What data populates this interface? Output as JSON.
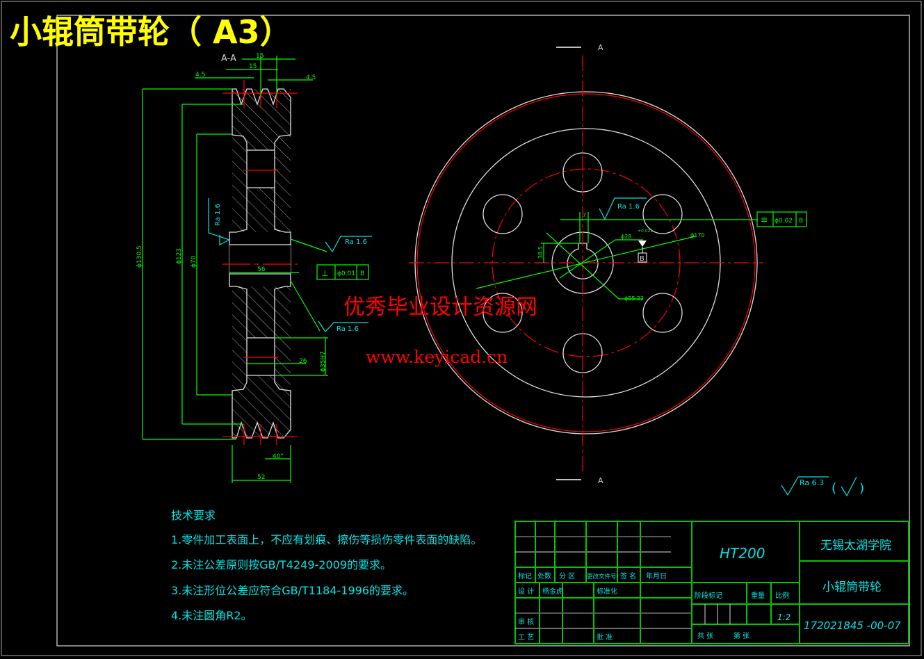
{
  "drawing_title": "小辊筒带轮（ A3）",
  "section_label": "A-A",
  "view_cut_label": "A",
  "watermark": {
    "line1": "优秀毕业设计资源网",
    "line2": "www.keyicad.cn"
  },
  "section_dimensions": {
    "groove_pitch_top": "15",
    "groove_pitch_2": "15",
    "edge_left": "4.5",
    "edge_right": "4.5",
    "outer_diameter": "ϕ130.5",
    "diameter_2": "ϕ123",
    "diameter_3": "ϕ70",
    "hub_width": "56",
    "bore_width": "26",
    "bore_diameter": "ϕ35H7",
    "total_width": "52",
    "groove_angle": "40°",
    "roughness_hub_side": "Ra 1.6",
    "roughness_1": "Ra 1.6",
    "roughness_2": "Ra 1.6",
    "perpendicularity": {
      "symbol": "⊥",
      "tolerance": "ϕ0.01",
      "datum": "B"
    }
  },
  "front_dimensions": {
    "roughness": "Ra 1.6",
    "symmetry": {
      "symbol": "≡",
      "tolerance": "ϕ0.02",
      "datum": "B"
    },
    "keyway_width": "7",
    "keyway_depth": "38.5",
    "bore": "ϕ28",
    "bore_tol": "+0.021",
    "pitch_circle": "ϕ170",
    "hub_diameter": "ϕ55.22",
    "datum_label": "B"
  },
  "general_roughness": {
    "value": "Ra 6.3",
    "paren_open": "(",
    "paren_close": ")"
  },
  "tech_requirements": {
    "title": "技术要求",
    "items": [
      "1.零件加工表面上，不应有划痕、擦伤等损伤零件表面的缺陷。",
      "2.未注公差原则按GB/T4249-2009的要求。",
      "3.未注形位公差应符合GB/T1184-1996的要求。",
      "4.未注圆角R2。"
    ]
  },
  "title_block": {
    "material": "HT200",
    "school": "无锡太湖学院",
    "part_name": "小辊筒带轮",
    "drawing_number": "172021845 -00-07",
    "scale": "1:2",
    "labels": {
      "mark": "标记",
      "count": "处数",
      "zone": "分 区",
      "change_doc": "更改文件号",
      "signature": "签 名",
      "date": "年月日",
      "design": "设 计",
      "designer": "杨金虎",
      "standardize": "标准化",
      "stage_mark": "阶段标记",
      "weight": "重量",
      "ratio": "比例",
      "review": "审 核",
      "process": "工 艺",
      "approve": "批 准",
      "total_sheets": "共  张",
      "sheet_no": "第  张"
    }
  },
  "colors": {
    "background": "#000000",
    "outline": "#e0e0e0",
    "dimension": "#00ff00",
    "centerline": "#ff0000",
    "annotation": "#00e5e5",
    "title": "#ffff00"
  }
}
